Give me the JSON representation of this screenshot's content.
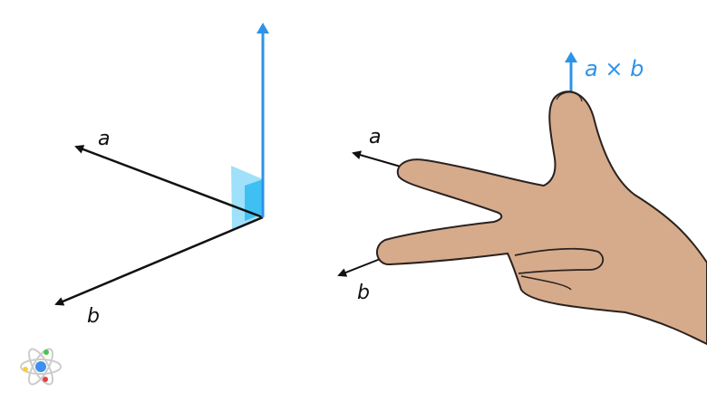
{
  "left_diagram": {
    "label_a": "a",
    "label_b": "b"
  },
  "right_diagram": {
    "label_a": "a",
    "label_b": "b",
    "label_cross": "a × b"
  },
  "colors": {
    "cross_product": "#2d93e8",
    "vector": "#111111",
    "plane": "#4cc6f5",
    "skin": "#d6ab8b"
  },
  "logo": {
    "icon": "atom-icon"
  }
}
